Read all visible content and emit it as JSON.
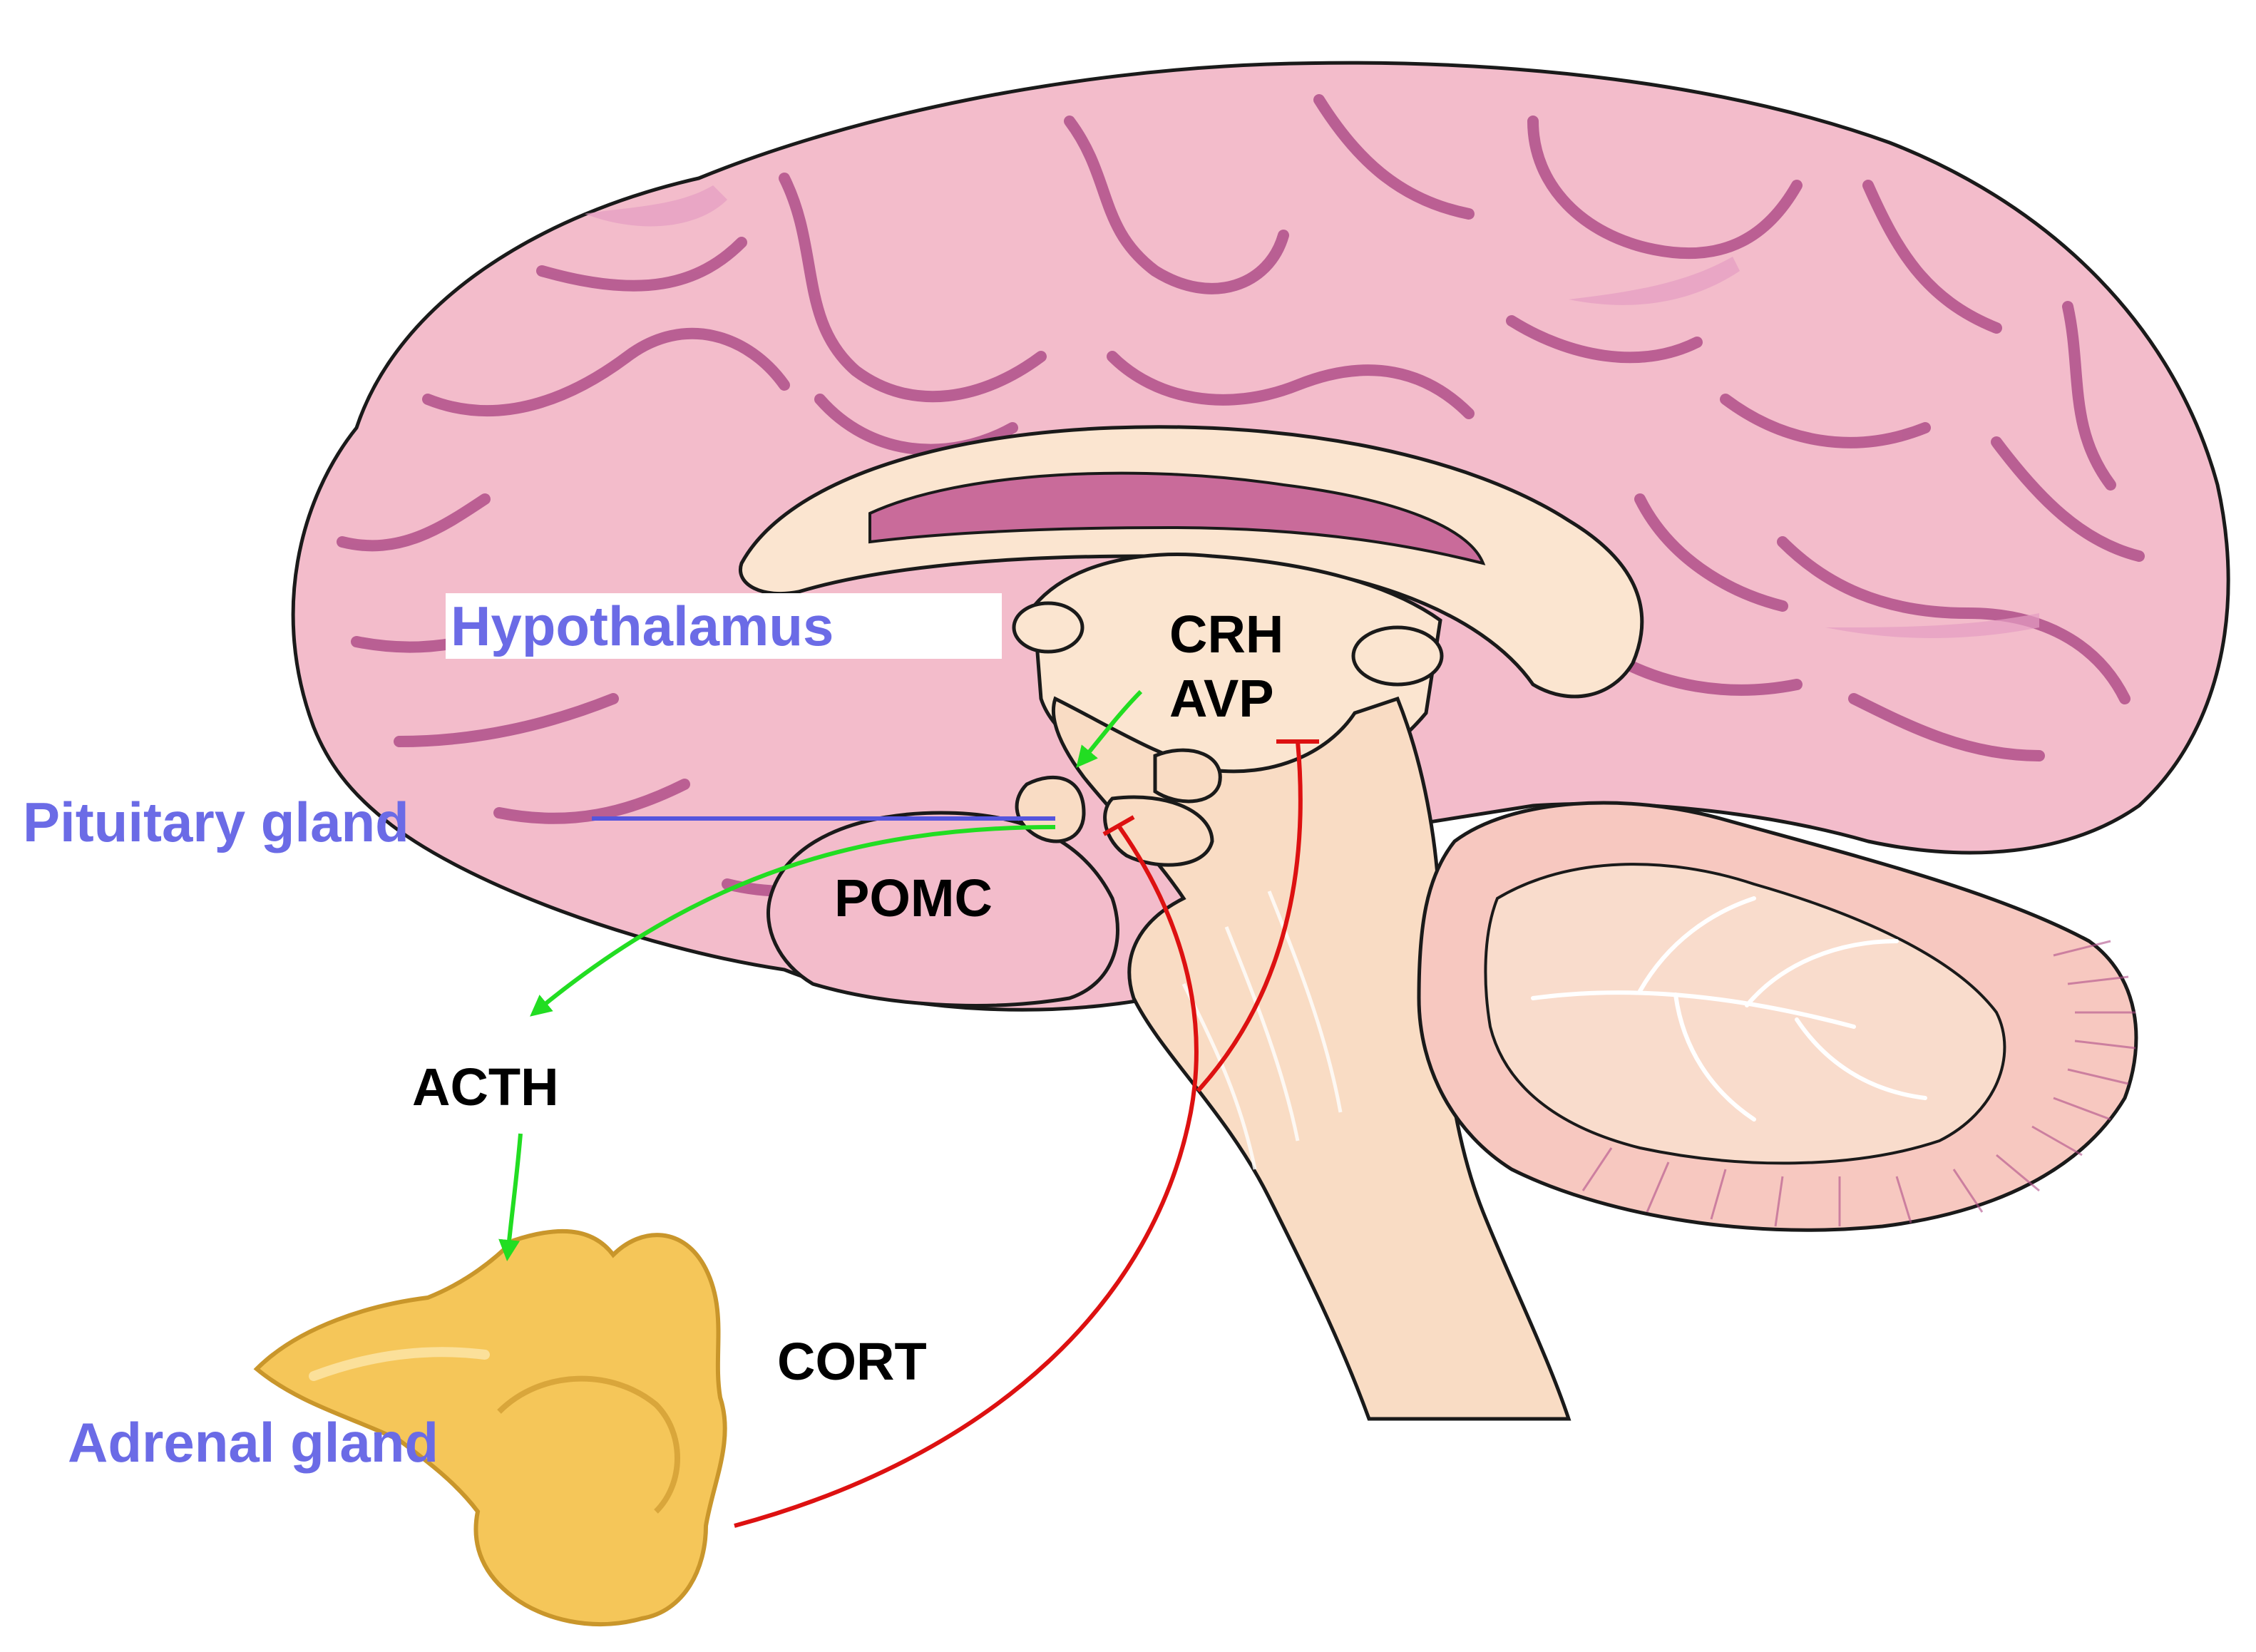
{
  "labels": {
    "hypothalamus": "Hypothalamus",
    "crh": "CRH",
    "avp": "AVP",
    "pituitary": "Pituitary gland",
    "pomc": "POMC",
    "acth": "ACTH",
    "cort": "CORT",
    "adrenal": "Adrenal gland"
  },
  "colors": {
    "cortex": "#f3bccb",
    "gyrus_line": "#b04f8a",
    "sulcus_fill": "#e49cc2",
    "corpus_callosum": "#fbe5d0",
    "ventricle": "#c96b9a",
    "brainstem": "#f9dcc4",
    "cerebellum": "#f7c8c0",
    "adrenal": "#f5c659",
    "adrenal_outline": "#c9962b",
    "label_blue": "#6b6be6",
    "stimulatory_arrow": "#22dd22",
    "inhibitory_arrow": "#dd1111",
    "pointer_line": "#5555dd"
  }
}
